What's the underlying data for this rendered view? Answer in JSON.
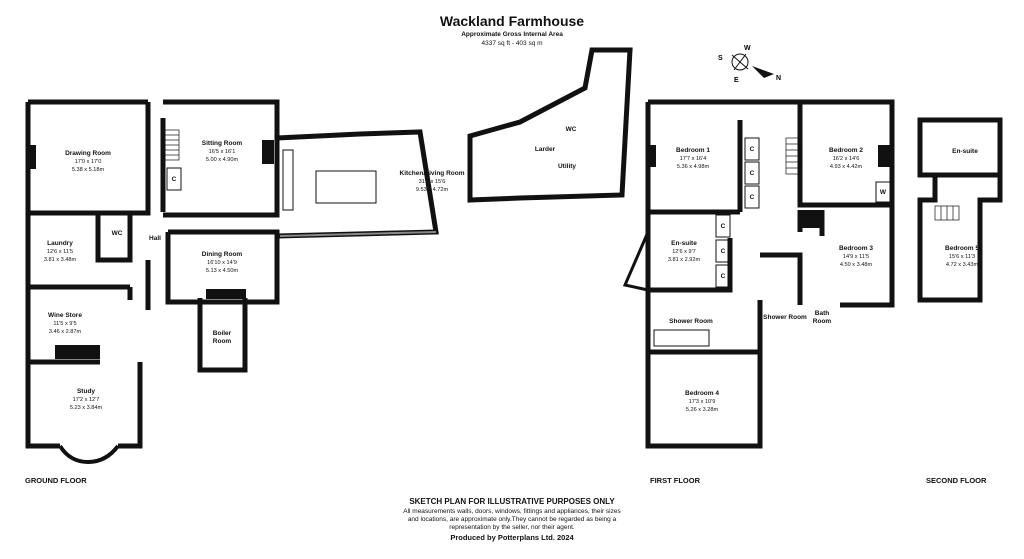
{
  "header": {
    "title": "Wackland Farmhouse",
    "subtitle": "Approximate Gross Internal Area",
    "area": "4337 sq ft - 403 sq m"
  },
  "compass": {
    "w": "W",
    "s": "S",
    "e": "E",
    "n": "N"
  },
  "floors": {
    "ground": "GROUND FLOOR",
    "first": "FIRST FLOOR",
    "second": "SECOND FLOOR"
  },
  "rooms": {
    "drawing": {
      "name": "Drawing Room",
      "dims": "17'0 x 17'0",
      "metric": "5.38 x 5.18m"
    },
    "sitting": {
      "name": "Sitting Room",
      "dims": "16'5 x 16'1",
      "metric": "5.00 x 4.90m"
    },
    "kitchen": {
      "name": "Kitchen/Living Room",
      "dims": "31'3 x 15'6",
      "metric": "9.53 x 4.72m"
    },
    "laundry": {
      "name": "Laundry",
      "dims": "12'6 x 11'5",
      "metric": "3.81 x 3.48m"
    },
    "wc_ground": {
      "name": "WC"
    },
    "hall": {
      "name": "Hall"
    },
    "dining": {
      "name": "Dining Room",
      "dims": "16'10 x 14'9",
      "metric": "5.13 x 4.50m"
    },
    "wine": {
      "name": "Wine Store",
      "dims": "11'5 x 9'5",
      "metric": "3.46 x 2.87m"
    },
    "boiler": {
      "name": "Boiler",
      "name2": "Room"
    },
    "study": {
      "name": "Study",
      "dims": "17'2 x 12'7",
      "metric": "5.23 x 3.84m"
    },
    "larder": {
      "name": "Larder"
    },
    "utility": {
      "name": "Utility"
    },
    "wc_utility": {
      "name": "WC"
    },
    "bed1": {
      "name": "Bedroom 1",
      "dims": "17'7 x 16'4",
      "metric": "5.36 x 4.98m"
    },
    "bed2": {
      "name": "Bedroom 2",
      "dims": "16'2 x 14'6",
      "metric": "4.93 x 4.42m"
    },
    "bed3": {
      "name": "Bedroom 3",
      "dims": "14'9 x 11'5",
      "metric": "4.50 x 3.48m"
    },
    "ensuite1": {
      "name": "En-suite",
      "dims": "12'6 x 9'7",
      "metric": "3.81 x 2.92m"
    },
    "shower_room": {
      "name": "Shower Room"
    },
    "shower_room2": {
      "name": "Shower Room"
    },
    "bath": {
      "name": "Bath",
      "name2": "Room"
    },
    "bed4": {
      "name": "Bedroom 4",
      "dims": "17'3 x 10'9",
      "metric": "5.26 x 3.28m"
    },
    "ensuite2": {
      "name": "En-suite"
    },
    "bed5": {
      "name": "Bedroom 5",
      "dims": "15'6 x 11'3",
      "metric": "4.72 x 3.43m"
    }
  },
  "symbols": {
    "cupboard": "C",
    "wardrobe": "W"
  },
  "footer": {
    "heading": "SKETCH PLAN FOR ILLUSTRATIVE PURPOSES ONLY",
    "line1": "All measurements walls, doors, windows, fittings and appliances, their sizes",
    "line2": "and locations, are approximate only.They cannot be regarded as being a",
    "line3": "representation by the seller, nor their agent.",
    "producer": "Produced by Potterplans Ltd. 2024"
  }
}
